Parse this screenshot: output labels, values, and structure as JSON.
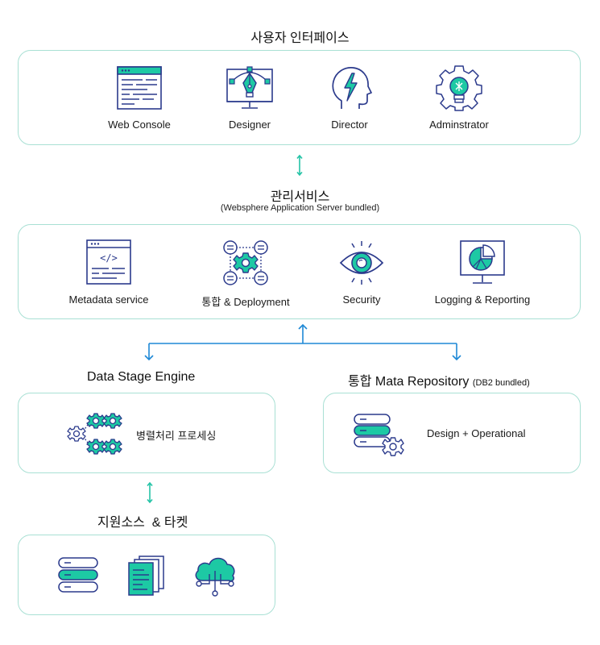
{
  "ui": {
    "title": "사용자 인터페이스",
    "items": [
      {
        "label": "Web Console",
        "icon": "web-console-icon"
      },
      {
        "label": "Designer",
        "icon": "designer-pen-icon"
      },
      {
        "label": "Director",
        "icon": "director-head-icon"
      },
      {
        "label": "Adminstrator",
        "icon": "admin-gear-bulb-icon"
      }
    ]
  },
  "mgmt": {
    "title": "관리서비스",
    "subtitle": "(Websphere Application Server bundled)",
    "items": [
      {
        "label": "Metadata service",
        "icon": "code-window-icon"
      },
      {
        "label": "통합 & Deployment",
        "icon": "integration-gear-icon"
      },
      {
        "label": "Security",
        "icon": "eye-icon"
      },
      {
        "label": "Logging & Reporting",
        "icon": "report-chart-icon"
      }
    ]
  },
  "engine": {
    "title": "Data Stage Engine",
    "label": "병렬처리 프로세싱",
    "icon": "parallel-gears-icon"
  },
  "repo": {
    "title": "통합 Mata Repository",
    "suffix": "(DB2 bundled)",
    "label": "Design + Operational",
    "icon": "database-gear-icon"
  },
  "support": {
    "title": "지원소스  & 타켓",
    "icons": [
      "database-stack-icon",
      "documents-icon",
      "cloud-network-icon"
    ]
  },
  "colors": {
    "accent": "#1dc9a4",
    "line": "#2b3a8c",
    "panel_border": "#a9e0d4",
    "arrow_blue": "#1e88d6",
    "arrow_teal": "#24c3a6"
  }
}
